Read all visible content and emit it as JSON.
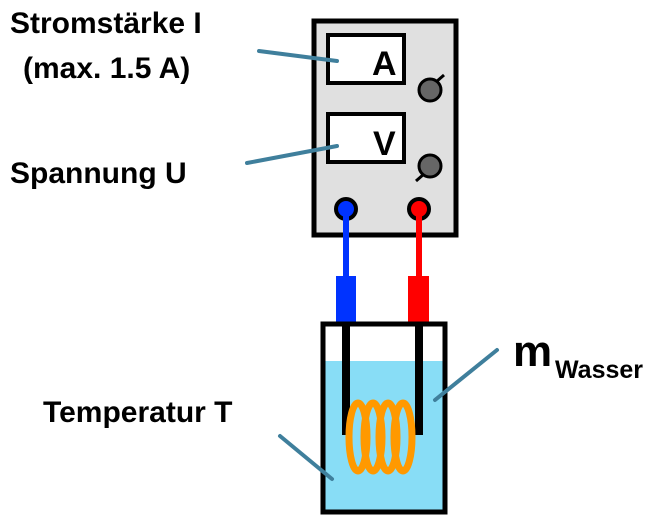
{
  "labels": {
    "current_line1": "Stromstärke I",
    "current_line2": "(max. 1.5 A)",
    "voltage": "Spannung U",
    "temperature": "Temperatur T",
    "mass_main": "m",
    "mass_sub": "Wasser"
  },
  "power_supply": {
    "ammeter_symbol": "A",
    "voltmeter_symbol": "V"
  },
  "colors": {
    "pointer_line": "#3f7f9c",
    "panel": "#e0e0e0",
    "knob": "#666666",
    "negative": "#0033ff",
    "positive": "#ff0000",
    "water": "#88ddf6",
    "coil": "#ff9900"
  }
}
